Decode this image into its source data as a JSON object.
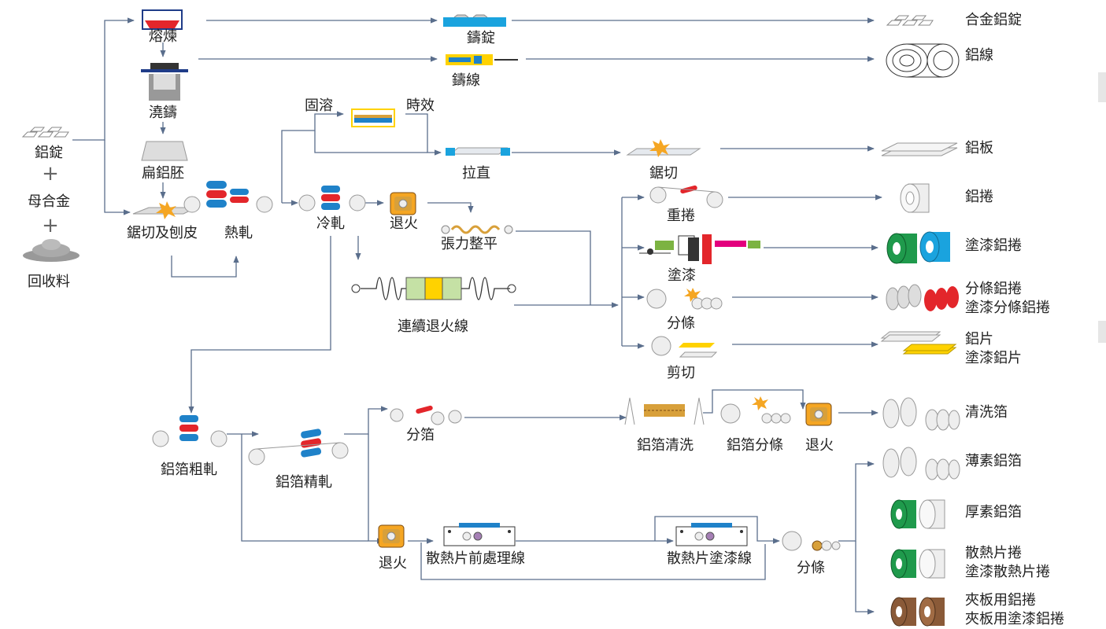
{
  "colors": {
    "line": "#5a6e8c",
    "red": "#e3262b",
    "blue": "#1f82c9",
    "green": "#1f9a4c",
    "brown": "#8a5a38",
    "yellow": "#ffd200",
    "cyan": "#1aa3de",
    "magenta": "#e3007d"
  },
  "inputs": {
    "ingot": "鋁錠",
    "plus1": "+",
    "alloy": "母合金",
    "plus2": "+",
    "recycle": "回收料"
  },
  "process": {
    "smelt": "熔煉",
    "cast": "澆鑄",
    "slab": "扁鋁胚",
    "saw_peel": "鋸切及刨皮",
    "hot_roll": "熱軋",
    "ingot_cast": "鑄錠",
    "wire_cast": "鑄線",
    "solution": "固溶",
    "aging": "時效",
    "stretch": "拉直",
    "saw": "鋸切",
    "cold_roll": "冷軋",
    "anneal1": "退火",
    "tension_level": "張力整平",
    "cont_anneal": "連續退火線",
    "rewind": "重捲",
    "coat": "塗漆",
    "slit": "分條",
    "shear": "剪切",
    "foil_rough": "鋁箔粗軋",
    "foil_fine": "鋁箔精軋",
    "foil_split": "分箔",
    "foil_wash": "鋁箔清洗",
    "foil_slit": "鋁箔分條",
    "anneal2": "退火",
    "anneal3": "退火",
    "fin_pre": "散熱片前處理線",
    "fin_coat": "散熱片塗漆線",
    "slit2": "分條"
  },
  "products": {
    "alloy_ingot": "合金鋁錠",
    "wire": "鋁線",
    "plate": "鋁板",
    "coil": "鋁捲",
    "coated_coil": "塗漆鋁捲",
    "slit_coil_1": "分條鋁捲",
    "slit_coil_2": "塗漆分條鋁捲",
    "sheet_1": "鋁片",
    "sheet_2": "塗漆鋁片",
    "clean_foil": "清洗箔",
    "thin_foil": "薄素鋁箔",
    "thick_foil": "厚素鋁箔",
    "fin_1": "散熱片捲",
    "fin_2": "塗漆散熱片捲",
    "clad_1": "夾板用鋁捲",
    "clad_2": "夾板用塗漆鋁捲"
  },
  "icons": [
    "furnace-icon",
    "casting-machine-icon",
    "slab-icon",
    "saw-sparks-icon",
    "rolling-mill-icon",
    "ingot-mold-icon",
    "wire-caster-icon",
    "oven-icon",
    "stretcher-icon",
    "saw-icon",
    "annealing-furnace-icon",
    "tension-leveler-icon",
    "continuous-anneal-icon",
    "rewinder-icon",
    "coating-line-icon",
    "slitter-icon",
    "shear-icon",
    "foil-mill-icon",
    "foil-washer-icon",
    "fin-line-icon",
    "ingot-stack-icon",
    "wire-coil-icon",
    "plate-stack-icon",
    "coil-icon",
    "sheet-stack-icon"
  ]
}
